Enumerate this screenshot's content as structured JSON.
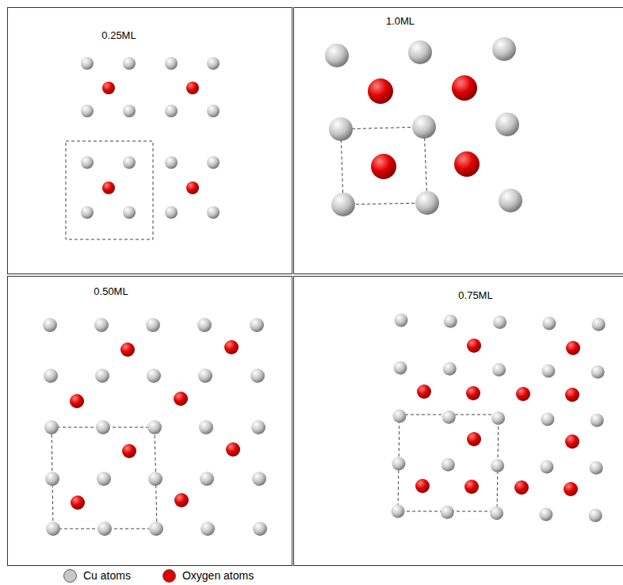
{
  "diagram": {
    "labels": [
      "0.25ML",
      "1.0ML",
      "0.50ML",
      "0.75ML"
    ],
    "legend": [
      {
        "text": "Cu atoms",
        "color": "#c8c8c8"
      },
      {
        "text": "Oxygen atoms",
        "color": "#e00000"
      }
    ]
  }
}
